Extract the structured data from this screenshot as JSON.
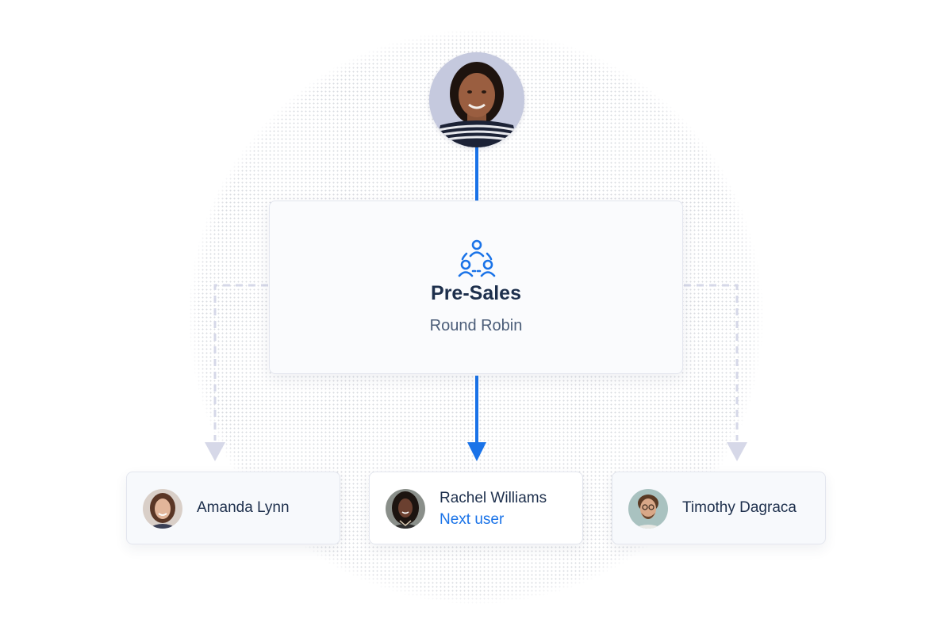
{
  "group": {
    "title": "Pre-Sales",
    "subtitle": "Round Robin",
    "icon": "team-cycle-icon"
  },
  "users": [
    {
      "name": "Amanda Lynn",
      "status": ""
    },
    {
      "name": "Rachel Williams",
      "status": "Next user"
    },
    {
      "name": "Timothy Dagraca",
      "status": ""
    }
  ],
  "colors": {
    "accent": "#1a73e8",
    "title": "#1d2f4c",
    "subtitle": "#4a5c78",
    "inactive_line": "#d6d8e8"
  }
}
